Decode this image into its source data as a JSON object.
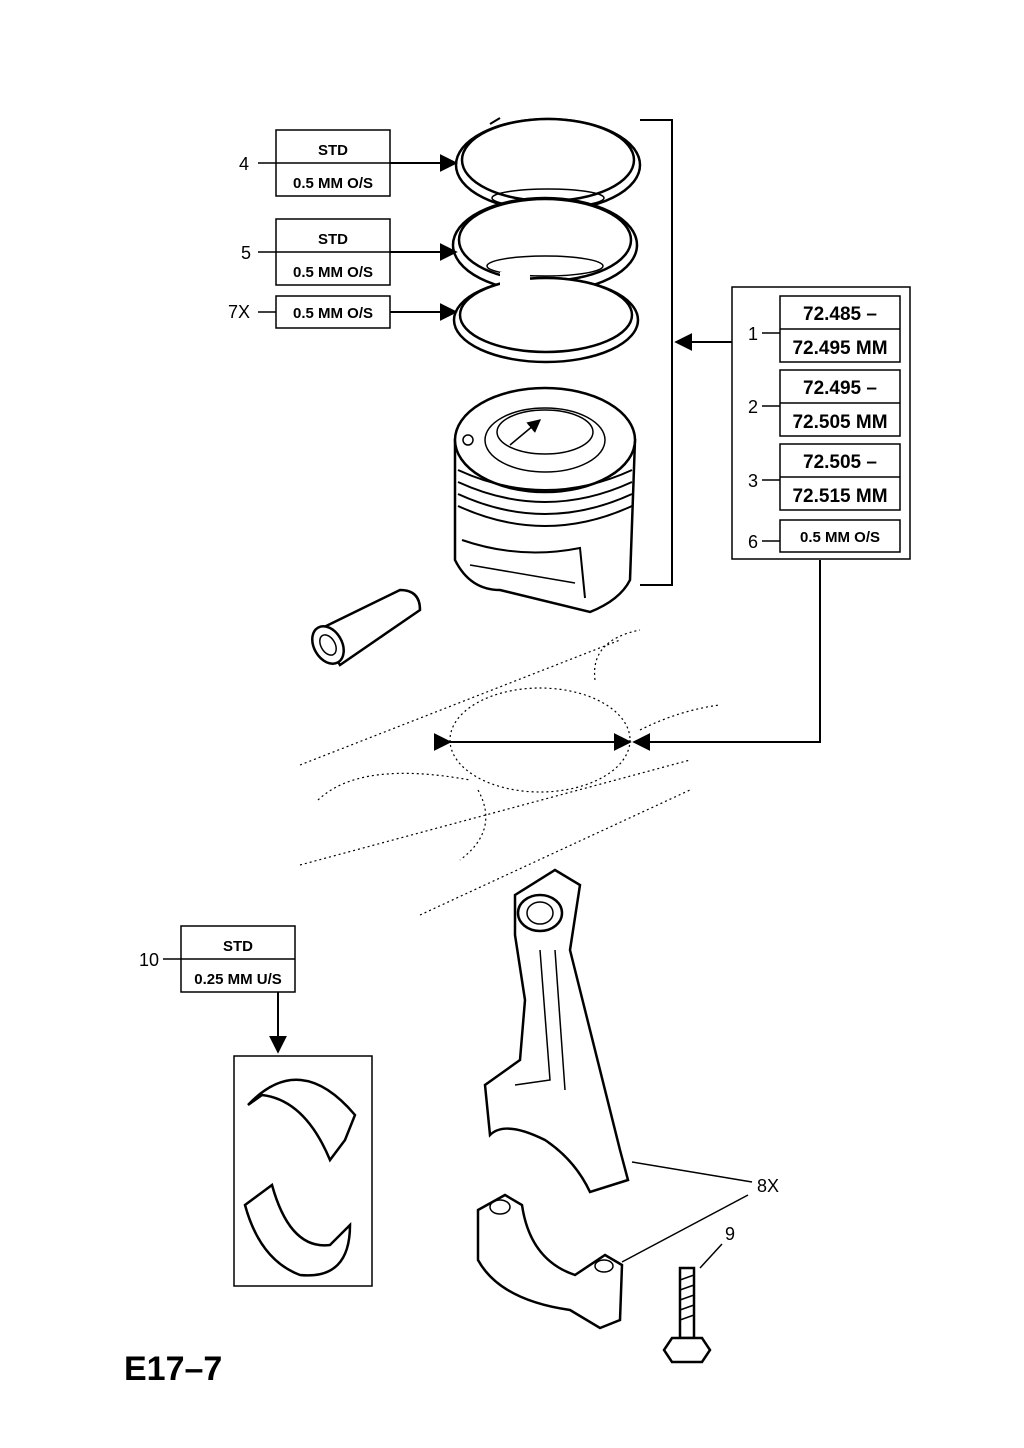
{
  "figure_code": "E17–7",
  "callouts": {
    "c4": {
      "number": "4",
      "top": "STD",
      "bottom": "0.5 MM O/S"
    },
    "c5": {
      "number": "5",
      "top": "STD",
      "bottom": "0.5 MM O/S"
    },
    "c7": {
      "number": "7X",
      "value": "0.5 MM O/S"
    },
    "c10": {
      "number": "10",
      "top": "STD",
      "bottom": "0.25 MM U/S"
    },
    "c8": {
      "number": "8X"
    },
    "c9": {
      "number": "9"
    }
  },
  "bore_sizes": [
    {
      "number": "1",
      "top": "72.485 –",
      "bottom": "72.495 MM"
    },
    {
      "number": "2",
      "top": "72.495 –",
      "bottom": "72.505 MM"
    },
    {
      "number": "3",
      "top": "72.505 –",
      "bottom": "72.515 MM"
    }
  ],
  "oversize": {
    "number": "6",
    "value": "0.5 MM O/S"
  }
}
